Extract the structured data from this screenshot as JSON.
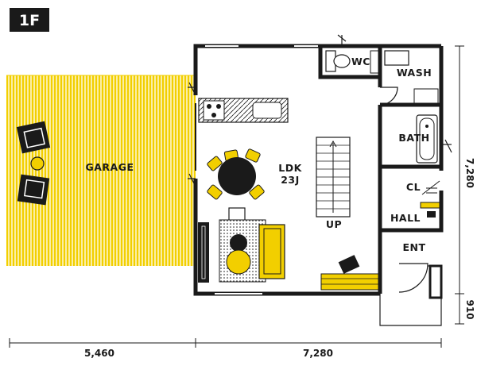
{
  "floor_badge": "1F",
  "rooms": {
    "garage": "GARAGE",
    "ldk": "LDK",
    "ldk_size": "23J",
    "wc": "WC",
    "wash": "WASH",
    "bath": "BATH",
    "closet": "CL",
    "hall": "HALL",
    "entrance": "ENT",
    "stairs": "UP"
  },
  "dimensions": {
    "bottom_left": "5,460",
    "bottom_right": "7,280",
    "right_top": "7,280",
    "right_bottom": "910"
  },
  "colors": {
    "accent_yellow": "#f2cf00",
    "garage_fill": "#f7df5c",
    "wall": "#1a1a1a"
  }
}
